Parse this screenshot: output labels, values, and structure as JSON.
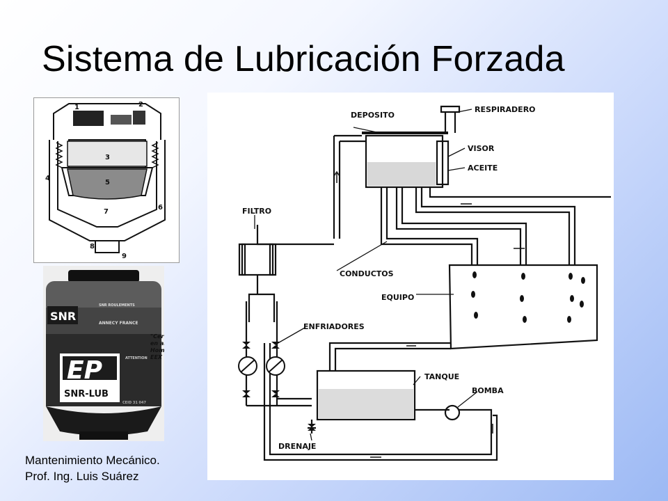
{
  "slide": {
    "title": "Sistema de Lubricación Forzada"
  },
  "footer": {
    "line1": "Mantenimiento Mecánico.",
    "line2": "Prof. Ing. Luis Suárez"
  },
  "cup_diagram": {
    "numbers": [
      "1",
      "2",
      "3",
      "4",
      "5",
      "6",
      "7",
      "8",
      "9"
    ]
  },
  "lubricator": {
    "brand_logo": "SNR",
    "small_text": "SNR ROULEMENTS",
    "origin_text": "ANNECY FRANCE",
    "model_logo": "EP",
    "product_name": "SNR-LUB",
    "attention": "ATTENTION",
    "side_text": "\"Cert\nen ar\nHom\nEEX",
    "code": "CEID 31 047"
  },
  "system_diagram": {
    "labels": {
      "deposito": "DEPOSITO",
      "respiradero": "RESPIRADERO",
      "visor": "VISOR",
      "aceite": "ACEITE",
      "filtro": "FILTRO",
      "conductos": "CONDUCTOS",
      "equipo": "EQUIPO",
      "enfriadores": "ENFRIADORES",
      "tanque": "TANQUE",
      "bomba": "BOMBA",
      "drenaje": "DRENAJE"
    }
  },
  "colors": {
    "background_gradient_end": "#9cb9f4",
    "ink": "#111111"
  }
}
